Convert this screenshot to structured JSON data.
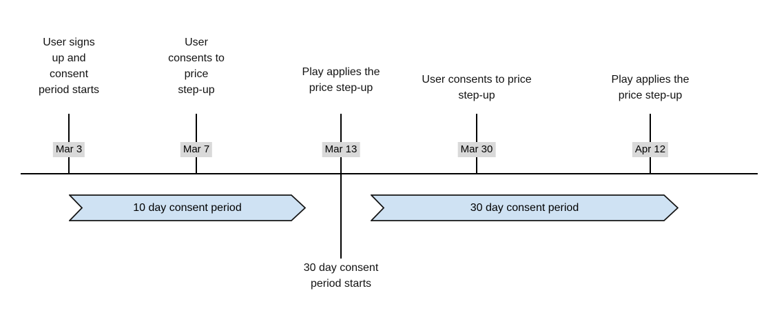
{
  "timeline": {
    "events": [
      {
        "date": "Mar 3",
        "label": "User signs\nup and\nconsent\nperiod starts"
      },
      {
        "date": "Mar 7",
        "label": "User\nconsents to\nprice\nstep-up"
      },
      {
        "date": "Mar 13",
        "label": "Play applies the\nprice step-up"
      },
      {
        "date": "Mar 30",
        "label": "User consents to price\nstep-up"
      },
      {
        "date": "Apr 12",
        "label": "Play applies the\nprice step-up"
      }
    ],
    "periods": [
      {
        "label": "10 day consent period"
      },
      {
        "label": "30 day consent period"
      }
    ],
    "note": "30 day consent\nperiod starts",
    "colors": {
      "arrow_fill": "#cfe2f3",
      "arrow_border": "#141414",
      "date_badge_bg": "#d9d9d9",
      "line": "#000000",
      "text": "#111111"
    }
  }
}
